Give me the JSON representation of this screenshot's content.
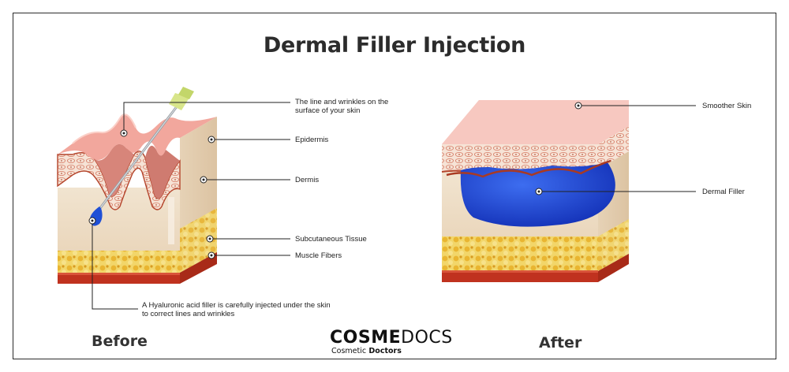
{
  "title": "Dermal Filler Injection",
  "before": {
    "caption": "Before",
    "labels": {
      "lines_wrinkles": "The line and wrinkles on the surface of your skin",
      "epidermis": "Epidermis",
      "dermis": "Dermis",
      "subcutaneous": "Subcutaneous Tissue",
      "muscle": "Muscle Fibers",
      "injection_note": "A Hyaluronic acid filler is carefully injected under the skin to correct lines and wrinkles"
    }
  },
  "after": {
    "caption": "After",
    "labels": {
      "smoother_skin": "Smoother Skin",
      "dermal_filler": "Dermal Filler"
    }
  },
  "brand": {
    "name_bold": "COSME",
    "name_light": "DOCS",
    "tagline_light": "Cosmetic",
    "tagline_bold": "Doctors"
  },
  "colors": {
    "epidermis": "#f2a79d",
    "dermis": "#efe1cc",
    "fat": "#f0c94a",
    "muscle": "#c0321f",
    "filler": "#1f4fd6",
    "frame": "#2b2b2b"
  }
}
